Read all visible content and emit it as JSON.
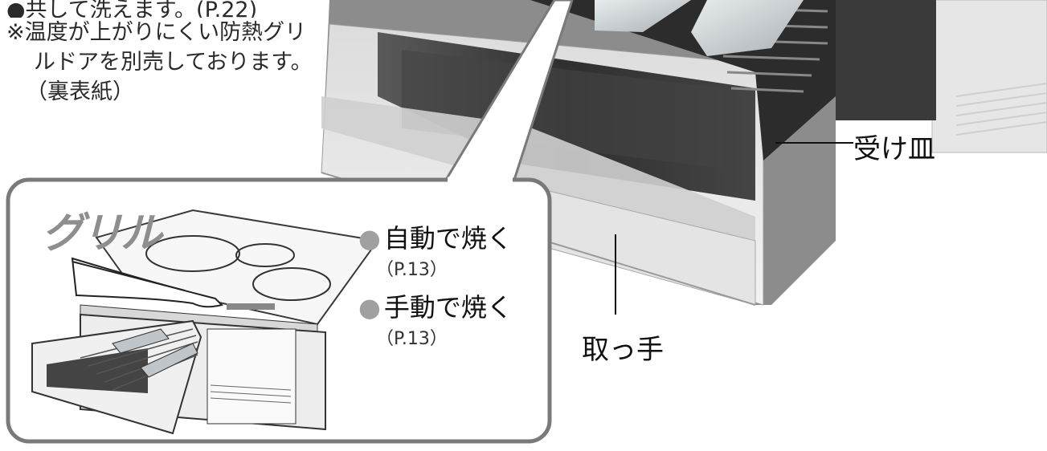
{
  "side_note": {
    "line0": "●共して洗えます。(P.22)",
    "line1": "※温度が上がりにくい防熱グリ",
    "line2": "ルドアを別売しております。",
    "line3": "（裏表紙）"
  },
  "labels": {
    "tray": "受け皿",
    "handle": "取っ手"
  },
  "callout": {
    "title": "グリル",
    "items": [
      {
        "bullet": "●",
        "label": "自動で焼く",
        "ref": "（P.13）"
      },
      {
        "bullet": "●",
        "label": "手動で焼く",
        "ref": "（P.13）"
      }
    ]
  }
}
